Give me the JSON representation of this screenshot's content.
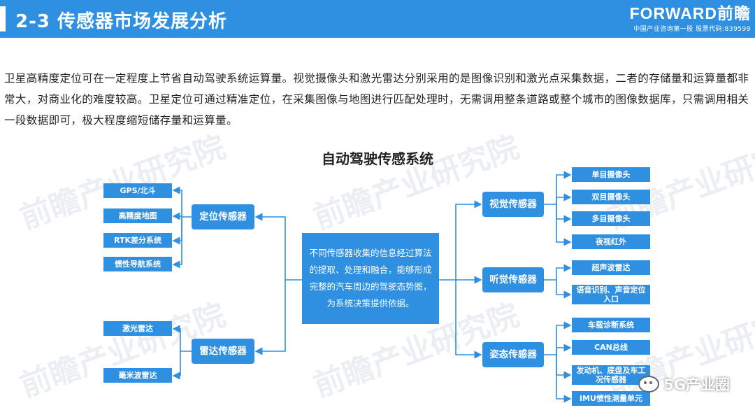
{
  "header": {
    "title": "2-3 传感器市场发展分析",
    "brand": "FORWARD前瞻",
    "brand_tagline": "中国产业咨询第一股  股票代码:839599"
  },
  "paragraph": "卫星高精度定位可在一定程度上节省自动驾驶系统运算量。视觉摄像头和激光雷达分别采用的是图像识别和激光点采集数据，二者的存储量和运算量都非常大，对商业化的难度较高。卫星定位可通过精准定位，在采集图像与地图进行匹配处理时，无需调用整条道路或整个城市的图像数据库，只需调用相关一段数据即可，极大程度缩短储存量和运算量。",
  "diagram": {
    "title": "自动驾驶传感系统",
    "center": "不同传感器收集的信息经过算法的提取、处理和融合，能够形成完整的汽车周边的驾驶态势图，为系统决策提供依据。",
    "left_groups": [
      {
        "label": "定位传感器",
        "children": [
          "GPS/北斗",
          "高精度地图",
          "RTK差分系统",
          "惯性导航系统"
        ]
      },
      {
        "label": "雷达传感器",
        "children": [
          "激光雷达",
          "毫米波雷达"
        ]
      }
    ],
    "right_groups": [
      {
        "label": "视觉传感器",
        "children": [
          "单目摄像头",
          "双目摄像头",
          "多目摄像头",
          "夜视红外"
        ]
      },
      {
        "label": "听觉传感器",
        "children": [
          "超声波雷达",
          "语音识别、声音定位入口"
        ]
      },
      {
        "label": "姿态传感器",
        "children": [
          "车载诊断系统",
          "CAN总线",
          "发动机、底盘及车工况传感器",
          "IMU惯性测量单元"
        ]
      }
    ]
  },
  "watermark": "前瞻产业研究院",
  "social_account": "5G产业圈",
  "colors": {
    "brand_blue": "#2f8fe0",
    "connector": "#2f8fe0"
  }
}
